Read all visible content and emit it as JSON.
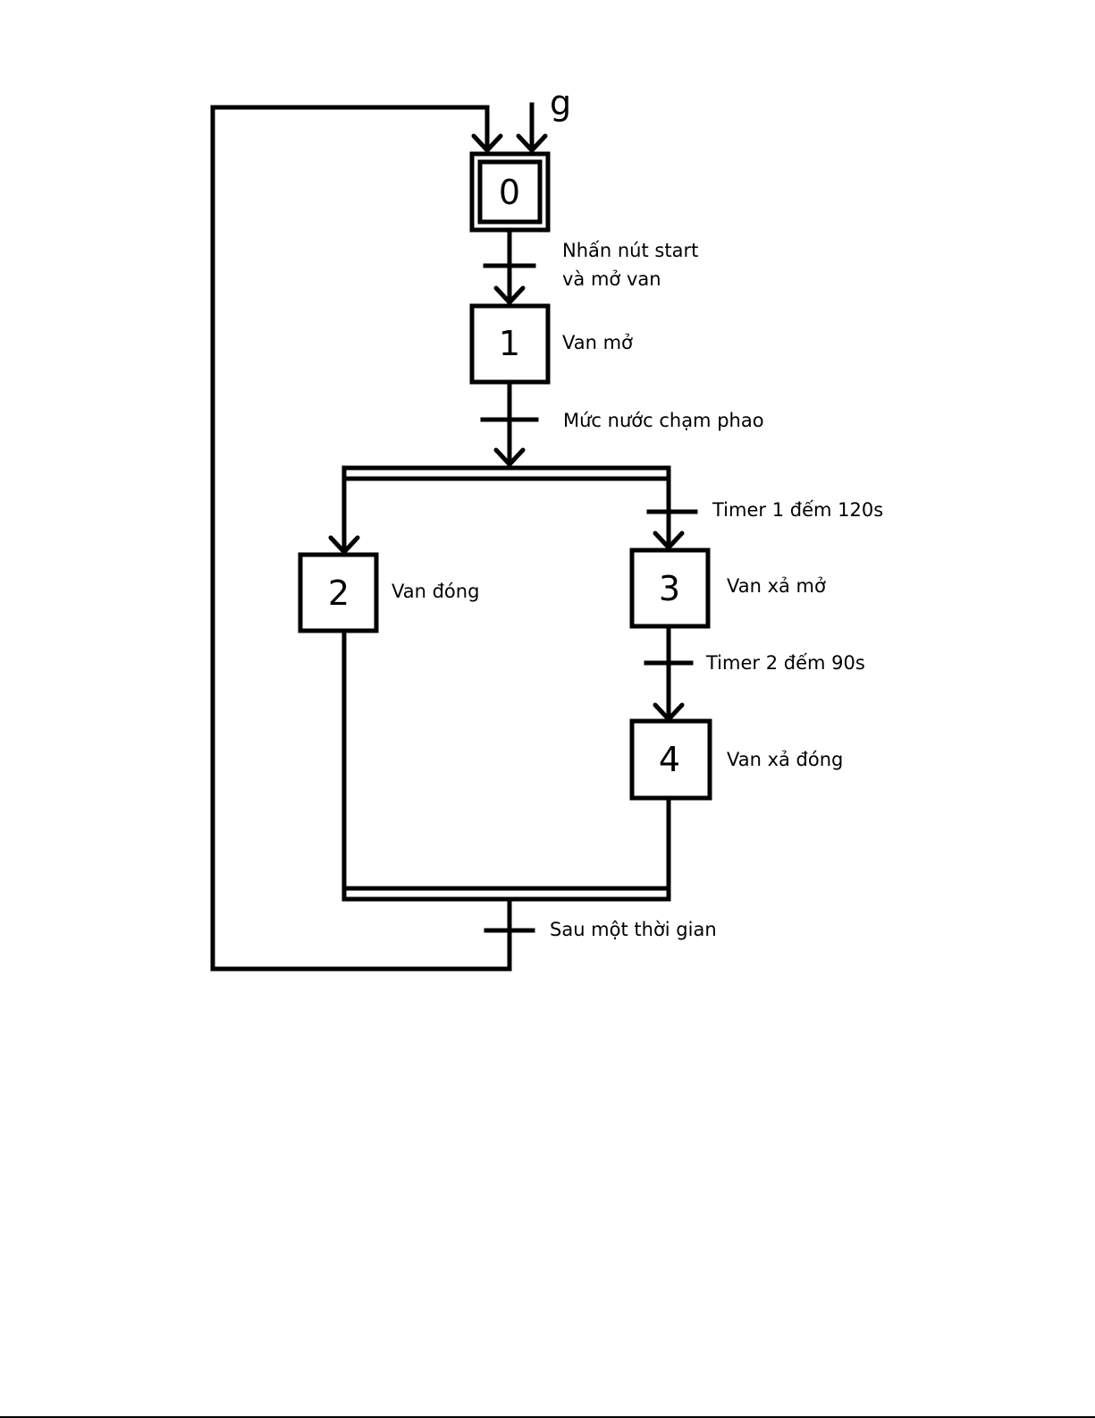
{
  "initial_marker": "g",
  "steps": [
    {
      "id": "0",
      "action": ""
    },
    {
      "id": "1",
      "action": "Van mở"
    },
    {
      "id": "2",
      "action": "Van đóng"
    },
    {
      "id": "3",
      "action": "Van xả mở"
    },
    {
      "id": "4",
      "action": "Van xả đóng"
    }
  ],
  "transitions": {
    "t01": {
      "line1": "Nhấn nút start",
      "line2": "và mở van"
    },
    "t1_par": "Mức nước chạm phao",
    "t_timer1": "Timer 1 đếm 120s",
    "t_timer2": "Timer 2 đếm 90s",
    "t_return": "Sau một thời gian"
  },
  "colors": {
    "line": "#000000",
    "background": "#ffffff"
  }
}
